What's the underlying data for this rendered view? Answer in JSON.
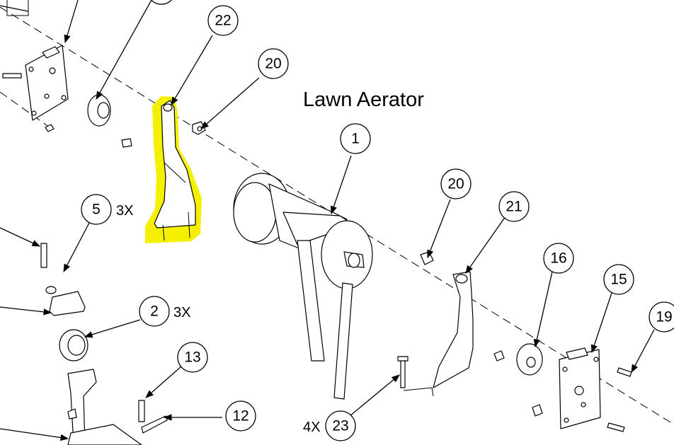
{
  "title": "Lawn Aerator",
  "highlight_color": "#f5f000",
  "callouts": [
    {
      "id": "c22",
      "label": "22"
    },
    {
      "id": "c20a",
      "label": "20"
    },
    {
      "id": "c1",
      "label": "1"
    },
    {
      "id": "c5",
      "label": "5",
      "qty": "3X"
    },
    {
      "id": "c2",
      "label": "2",
      "qty": "3X"
    },
    {
      "id": "c20b",
      "label": "20"
    },
    {
      "id": "c21",
      "label": "21"
    },
    {
      "id": "c16",
      "label": "16"
    },
    {
      "id": "c15",
      "label": "15"
    },
    {
      "id": "c19",
      "label": "19"
    },
    {
      "id": "c13",
      "label": "13"
    },
    {
      "id": "c12",
      "label": "12"
    },
    {
      "id": "c23",
      "label": "23",
      "qty": "4X"
    }
  ]
}
